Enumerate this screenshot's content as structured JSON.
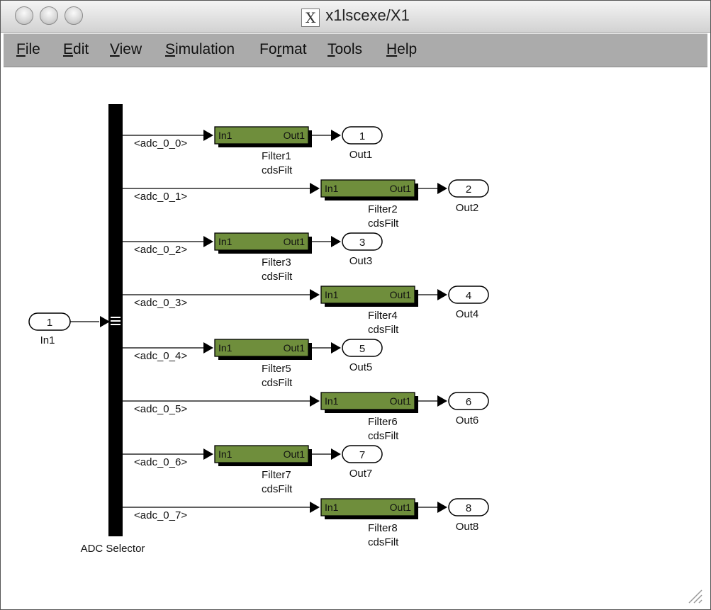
{
  "window": {
    "title": "x1lscexe/X1"
  },
  "menu": [
    {
      "label": "File",
      "mn": "F",
      "rest": "ile"
    },
    {
      "label": "Edit",
      "mn": "E",
      "rest": "dit"
    },
    {
      "label": "View",
      "mn": "V",
      "rest": "iew"
    },
    {
      "label": "Simulation",
      "mn": "S",
      "rest": "imulation"
    },
    {
      "label": "Format",
      "pre": "Fo",
      "mn": "r",
      "rest": "mat"
    },
    {
      "label": "Tools",
      "mn": "T",
      "rest": "ools"
    },
    {
      "label": "Help",
      "mn": "H",
      "rest": "elp"
    }
  ],
  "diagram": {
    "inport": {
      "num": "1",
      "name": "In1"
    },
    "selector": {
      "name": "ADC Selector"
    },
    "block_in_label": "In1",
    "block_out_label": "Out1",
    "channels": [
      {
        "signal": "<adc_0_0>",
        "filter": "Filter1",
        "subtype": "cdsFilt",
        "outnum": "1",
        "outname": "Out1"
      },
      {
        "signal": "<adc_0_1>",
        "filter": "Filter2",
        "subtype": "cdsFilt",
        "outnum": "2",
        "outname": "Out2"
      },
      {
        "signal": "<adc_0_2>",
        "filter": "Filter3",
        "subtype": "cdsFilt",
        "outnum": "3",
        "outname": "Out3"
      },
      {
        "signal": "<adc_0_3>",
        "filter": "Filter4",
        "subtype": "cdsFilt",
        "outnum": "4",
        "outname": "Out4"
      },
      {
        "signal": "<adc_0_4>",
        "filter": "Filter5",
        "subtype": "cdsFilt",
        "outnum": "5",
        "outname": "Out5"
      },
      {
        "signal": "<adc_0_5>",
        "filter": "Filter6",
        "subtype": "cdsFilt",
        "outnum": "6",
        "outname": "Out6"
      },
      {
        "signal": "<adc_0_6>",
        "filter": "Filter7",
        "subtype": "cdsFilt",
        "outnum": "7",
        "outname": "Out7"
      },
      {
        "signal": "<adc_0_7>",
        "filter": "Filter8",
        "subtype": "cdsFilt",
        "outnum": "8",
        "outname": "Out8"
      }
    ]
  },
  "colors": {
    "block_fill": "#6f8e3c",
    "block_shadow": "#000000",
    "menubar": "#ababab"
  }
}
